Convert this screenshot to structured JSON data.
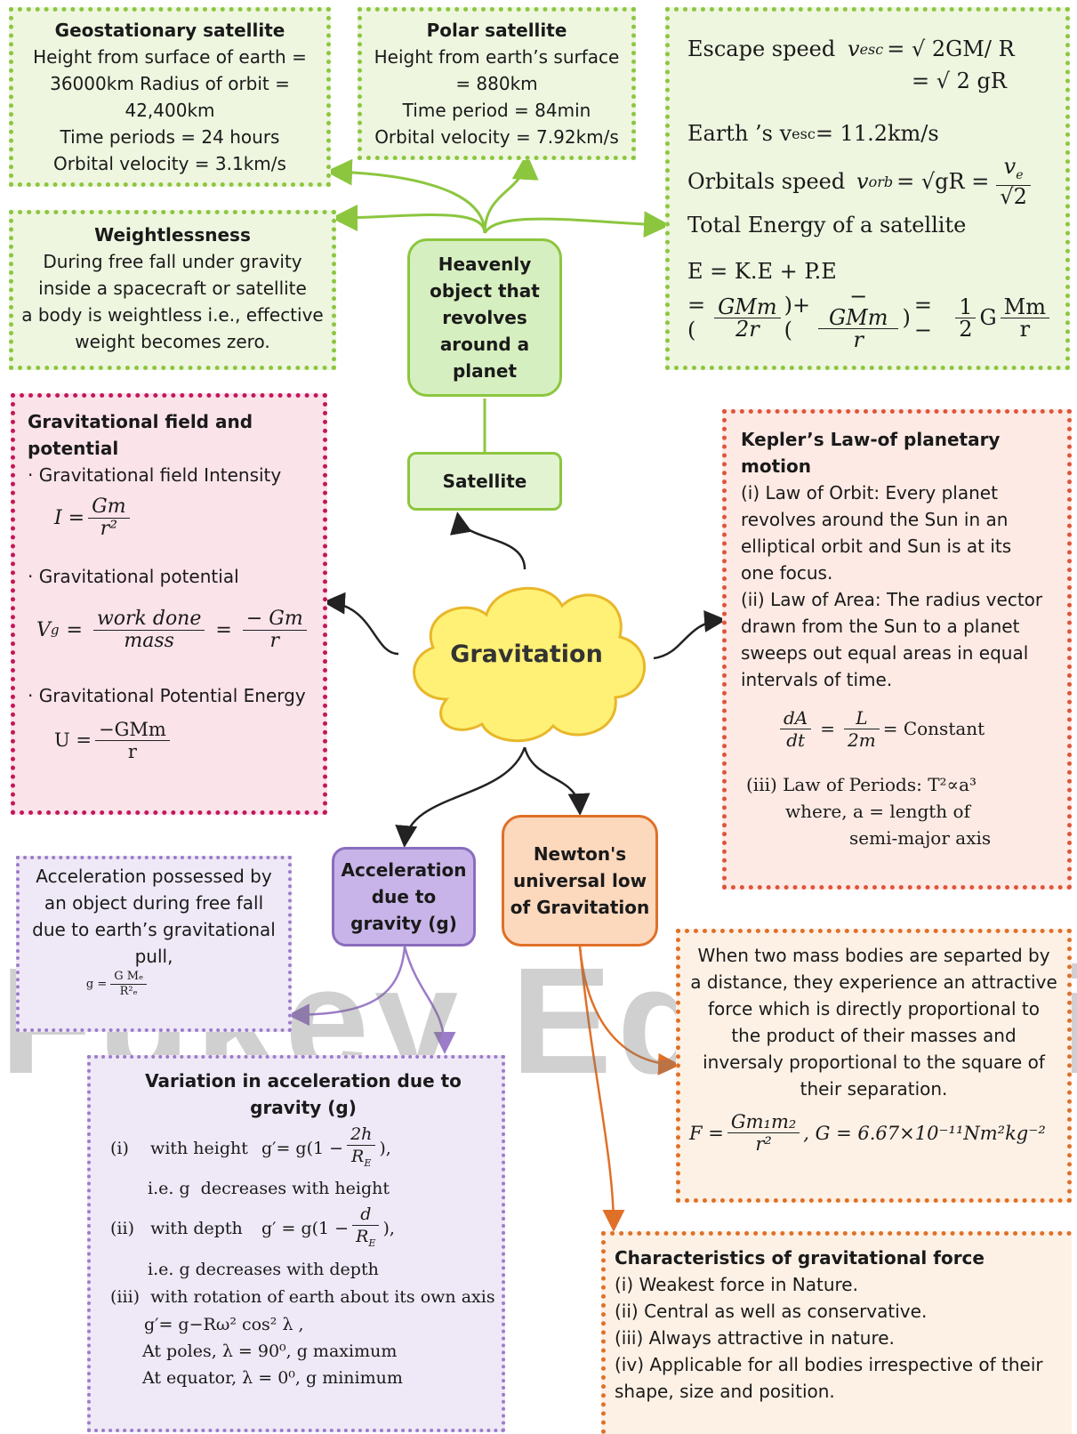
{
  "geo": {
    "title": "Geostationary satellite",
    "lines": [
      "Height from surface of earth =",
      "36000km Radius of orbit =",
      "42,400km",
      "Time periods = 24 hours",
      "Orbital velocity = 3.1km/s"
    ]
  },
  "polar": {
    "title": "Polar satellite",
    "lines": [
      "Height from earth’s surface",
      "= 880km",
      "Time period = 84min",
      "Orbital velocity = 7.92km/s"
    ]
  },
  "escape": {
    "escape_label": "Escape speed",
    "vesc_eq1": "v",
    "vesc_sub": "esc",
    "vesc_rhs1": "= √ 2GM/ R",
    "vesc_rhs2": "= √ 2 gR",
    "earth_vesc": "Earth ’s v",
    "earth_vesc_sub": "esc",
    "earth_vesc_val": " = 11.2km/s",
    "orbital_label": "Orbitals speed",
    "vorb": "v",
    "vorb_sub": "orb",
    "vorb_rhs": "= √gR =",
    "vorb_num": "v",
    "vorb_num_sub": "e",
    "vorb_den": "√2",
    "total_energy": "Total Energy of a satellite",
    "e_eq": "E = K.E + P.E",
    "e_rhs_a_num": "GMm",
    "e_rhs_a_den": "2r",
    "e_rhs_b_num": "− GMm",
    "e_rhs_b_den": "r",
    "e_rhs_c": "= −",
    "e_half_num": "1",
    "e_half_den": "2",
    "e_g": "G",
    "e_mm_num": "Mm",
    "e_mm_den": "r"
  },
  "weightless": {
    "title": "Weightlessness",
    "lines": [
      "During free fall under gravity",
      "inside a spacecraft or satellite",
      "a body is weightless i.e., effective",
      "weight becomes zero."
    ]
  },
  "heavenly": {
    "lines": [
      "Heavenly",
      "object that",
      "revolves",
      "around a",
      "planet"
    ]
  },
  "satellite": {
    "label": "Satellite"
  },
  "gravitation": {
    "label": "Gravitation"
  },
  "field": {
    "title1": "Gravitational field and",
    "title2": "potential",
    "intensity": "· Gravitational field Intensity",
    "i_lhs": "I =",
    "i_num": "Gm",
    "i_den": "r²",
    "potential": "· Gravitational potential",
    "v_lhs": "V",
    "v_sub": "g",
    "v_eq": "=",
    "v_num": "work done",
    "v_den": "mass",
    "v_eq2": "=",
    "v_num2": "− Gm",
    "v_den2": "r",
    "pe": "· Gravitational Potential Energy",
    "u_lhs": "U =",
    "u_num": "−GMm",
    "u_den": "r"
  },
  "kepler": {
    "title1": "Kepler’s Law-of planetary",
    "title2": "motion",
    "lines": [
      "(i) Law of Orbit: Every planet",
      "revolves around the Sun in an",
      "elliptical orbit and Sun is at its",
      "one focus.",
      "(ii) Law of Area: The radius vector",
      "drawn from the Sun to a planet",
      "sweeps out equal areas in equal",
      "intervals of time."
    ],
    "da_num": "dA",
    "da_den": "dt",
    "l_num": "L",
    "l_den": "2m",
    "const": "= Constant",
    "eq": "=",
    "periods": "(iii)  Law of Periods: T²∝a³",
    "where1": "where, a = length of",
    "where2": "semi-major axis"
  },
  "accel_node": {
    "lines": [
      "Acceleration",
      "due to",
      "gravity (g)"
    ]
  },
  "newton_node": {
    "lines": [
      "Newton's",
      "universal low",
      "of Gravitation"
    ]
  },
  "accel_def": {
    "lines": [
      "Acceleration possessed by",
      "an object during free fall",
      "due to earth’s gravitational",
      "pull,"
    ],
    "g_lhs": "g =",
    "g_num": "G Mₑ",
    "g_den": "R²ₑ"
  },
  "newton_def": {
    "lines": [
      "When two mass bodies are separted by",
      "a distance, they experience an attractive",
      "force which is directly proportional to",
      "the product of their masses and",
      "inversaly proportional to the square of",
      "their separation."
    ],
    "f_lhs": "F =",
    "f_num": "Gm₁m₂",
    "f_den": "r²",
    "f_rhs": ", G = 6.67×10⁻¹¹Nm²kg⁻²"
  },
  "variation": {
    "title1": "Variation in acceleration due to",
    "title2": "gravity (g)",
    "h_label": "(i)    with height",
    "h_eq": "g′= g(1 −",
    "h_num": "2h",
    "h_den": "R",
    "h_den_sub": "E",
    "h_close": "),",
    "h_note": "i.e. g  decreases with height",
    "d_label": "(ii)   with depth",
    "d_eq": "g′ = g(1 −",
    "d_num": "d",
    "d_den": "R",
    "d_den_sub": "E",
    "d_close": "),",
    "d_note": "i.e. g decreases with depth",
    "r_label": "(iii)  with rotation of earth about its own axis",
    "r_eq": "g′= g−Rω² cos² λ ,",
    "r_poles": "At poles,  λ = 90⁰, g maximum",
    "r_equator": "At equator,  λ = 0⁰, g minimum"
  },
  "characteristics": {
    "title": "Characteristics of gravitational force",
    "lines": [
      "(i) Weakest force in Nature.",
      "(ii)  Central as well as conservative.",
      "(iii)  Always attractive in nature.",
      "(iv)  Applicable for all bodies irrespective of their",
      "shape, size and position."
    ]
  },
  "watermark": {
    "text": "Fukey Educatio"
  },
  "colors": {
    "green": "#8cc63f",
    "pink": "#c2185b",
    "red": "#e0543a",
    "purple": "#9b7cc8",
    "orange": "#e07028",
    "cloud": "#fff176"
  }
}
